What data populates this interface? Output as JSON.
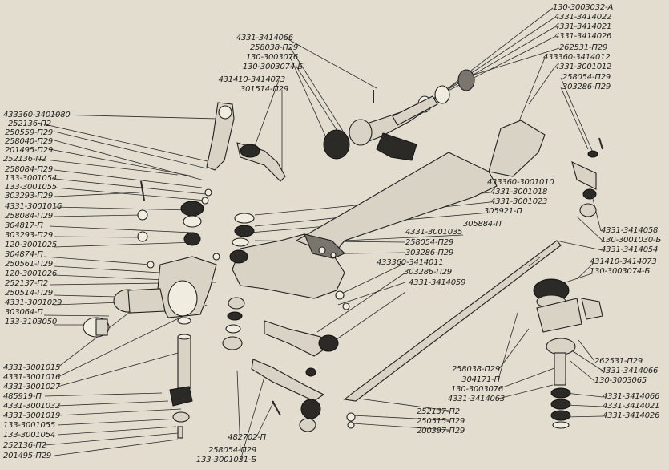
{
  "diagram": {
    "labels_left": [
      "433360-3401080",
      "252136-П2",
      "250559-П29",
      "258040-П29",
      "201495-П29",
      "252136-П2",
      "258084-П29",
      "133-3001054",
      "133-3001055",
      "303293-П29",
      "4331-3001016",
      "258084-П29",
      "304817-П",
      "303293-П29",
      "120-3001025",
      "304874-П",
      "250561-П29",
      "120-3001026",
      "252137-П2",
      "250514-П29",
      "4331-3001029",
      "303064-П",
      "133-3103050"
    ],
    "labels_bottom_left": [
      "4331-3001015",
      "4331-3001016",
      "4331-3001027",
      "485919-П",
      "4331-3001032",
      "4331-3001019",
      "133-3001055",
      "133-3001054",
      "252136-П2",
      "201495-П29"
    ],
    "labels_top_center": [
      "4331-3414066",
      "258038-П29",
      "130-3003076",
      "130-3003074-Б",
      "431410-3414073",
      "301514-П29"
    ],
    "labels_top_right": [
      "130-3003032-А",
      "4331-3414022",
      "4331-3414021",
      "4331-3414026",
      "262531-П29",
      "433360-3414012",
      "4331-3001012",
      "258054-П29",
      "303286-П29"
    ],
    "labels_center": [
      "433360-3001010",
      "4331-3001018",
      "4331-3001023",
      "305921-П",
      "305884-П",
      "4331-3001035",
      "258054-П29",
      "303286-П29",
      "433360-3414011",
      "303286-П29",
      "4331-3414059"
    ],
    "labels_right_mid": [
      "4331-3414058",
      "130-3001030-Б",
      "4331-3414054",
      "431410-3414073",
      "130-3003074-Б"
    ],
    "labels_right_bottom": [
      "262531-П29",
      "4331-3414066",
      "130-3003065",
      "4331-3414066",
      "4331-3414021",
      "4331-3414026"
    ],
    "labels_bottom_center": [
      "258038-П29",
      "304171-П",
      "130-3003076",
      "4331-3414063",
      "252137-П2",
      "250515-П29",
      "200397-П29"
    ],
    "labels_bottom": [
      "482702-П",
      "258054-П29",
      "133-3001031-Б"
    ]
  }
}
